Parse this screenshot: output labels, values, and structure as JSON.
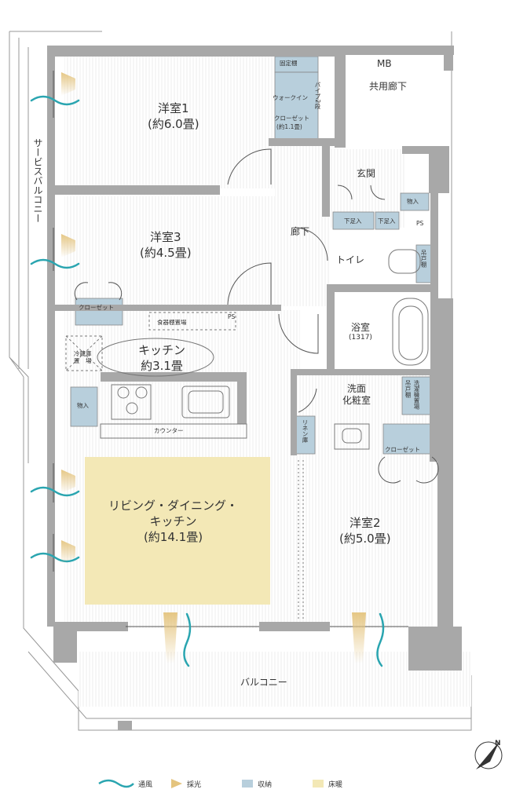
{
  "rooms": {
    "bedroom1": {
      "name": "洋室1",
      "size": "(約6.0畳)"
    },
    "bedroom3": {
      "name": "洋室3",
      "size": "(約4.5畳)"
    },
    "bedroom2": {
      "name": "洋室2",
      "size": "(約5.0畳)"
    },
    "kitchen": {
      "name": "キッチン",
      "size": "約3.1畳"
    },
    "ldk": {
      "line1": "リビング・ダイニング・",
      "line2": "キッチン",
      "size": "(約14.1畳)"
    },
    "entrance": "玄関",
    "corridor": "廊下",
    "toilet": "トイレ",
    "bath": {
      "name": "浴室",
      "size": "(1317)"
    },
    "washroom": {
      "line1": "洗面",
      "line2": "化粧室"
    }
  },
  "storage": {
    "fixed_shelf": "固定棚",
    "walkin": "ウォークイン",
    "walkin_closet": "クローゼット",
    "walkin_size": "(約1.1畳)",
    "pipe": "パイプ2段",
    "closet_bed3": "クローゼット",
    "closet_bed2": "クローゼット",
    "dish_shelf": "食器棚置場",
    "fridge": "冷蔵庫置場",
    "fridge_l1": "冷蔵庫",
    "fridge_l2": "置　場",
    "monoire_kitchen": "物入",
    "monoire_entrance": "物入",
    "getabako1": "下足入",
    "getabako2": "下足入",
    "linen": "リネン庫",
    "washer": "洗濯機置場",
    "washer_shelf": "吊戸棚",
    "toilet_shelf": "吊戸棚",
    "counter": "カウンター"
  },
  "labels": {
    "mb": "MB",
    "corridor_common": "共用廊下",
    "ps1": "PS",
    "ps2": "PS",
    "service_balcony": "サービスバルコニー",
    "balcony": "バルコニー"
  },
  "legend": [
    {
      "label": "通風",
      "color": "#2aa5b0"
    },
    {
      "label": "採光",
      "color": "#e4c47e"
    },
    {
      "label": "収納",
      "color": "#b8cfdc"
    },
    {
      "label": "床暖",
      "color": "#f3e8b6"
    }
  ],
  "colors": {
    "wall": "#a8a8a8",
    "storage": "#b8cfdc",
    "floor_heating": "#f3e8b6",
    "ventilation": "#2aa5b0",
    "daylight": "#e4c47e"
  },
  "compass": "N"
}
